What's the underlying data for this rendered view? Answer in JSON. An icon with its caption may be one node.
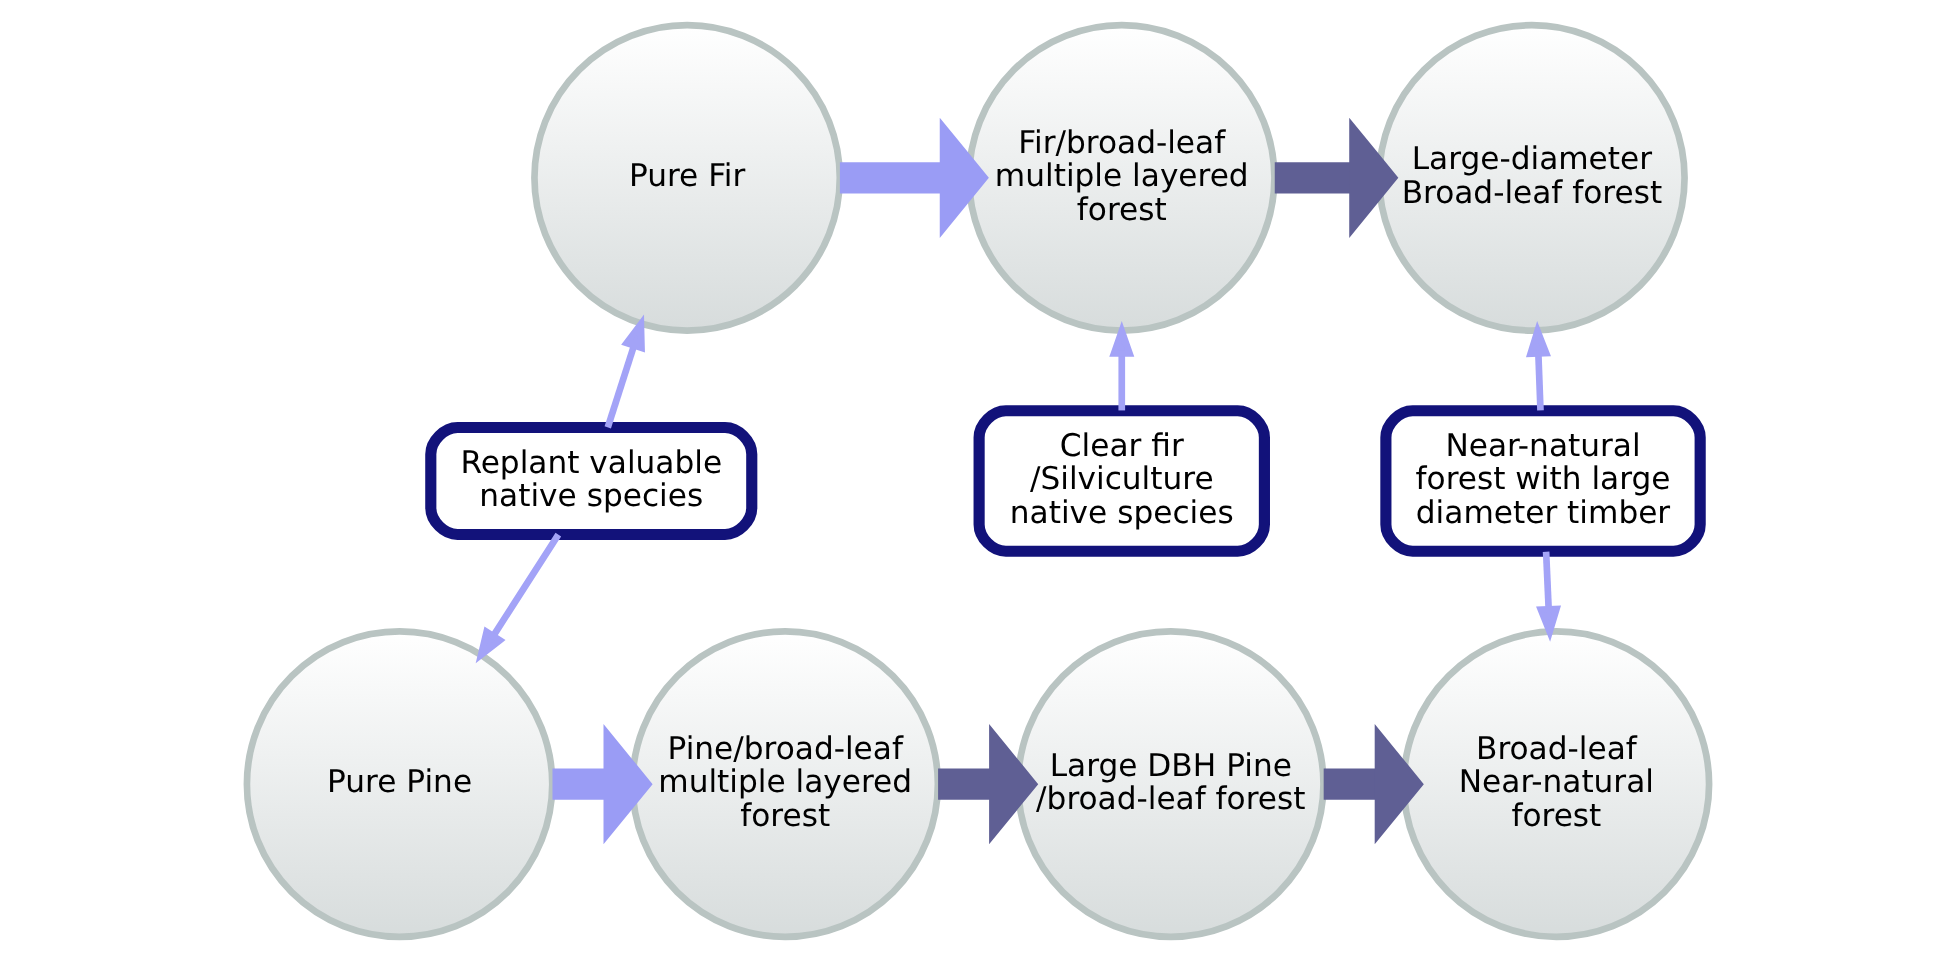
{
  "diagram": {
    "nodes": [
      {
        "text": [
          "Pure Fir"
        ]
      },
      {
        "text": [
          "Fir/broad-leaf multiple layered forest"
        ]
      },
      {
        "text": [
          "Large-diameter Broad-leaf forest"
        ]
      },
      {
        "text": [
          "Replant valuable native species"
        ]
      },
      {
        "text": [
          "Clear fir /Silviculture native species"
        ]
      },
      {
        "text": [
          "Near-natural forest with large diameter timber"
        ]
      },
      {
        "text": [
          "Pure Pine"
        ]
      },
      {
        "text": [
          "Pine/broad-leaf multiple layered forest"
        ]
      },
      {
        "text": [
          "Large DBH Pine /broad-leaf forest"
        ]
      },
      {
        "text": [
          "Broad-leaf Near-natural forest"
        ]
      }
    ],
    "edges": [
      {
        "from": 0,
        "to": 1,
        "arrow": "to",
        "style": "thick",
        "color": "#9a9cf5"
      },
      {
        "from": 1,
        "to": 2,
        "arrow": "to",
        "style": "thick",
        "color": "#5f5f94"
      },
      {
        "from": 3,
        "to": 0,
        "arrow": "to",
        "color": "#a3a3f7"
      },
      {
        "from": 3,
        "to": 6,
        "arrow": "to",
        "color": "#a3a3f7"
      },
      {
        "from": 4,
        "to": 1,
        "arrow": "to",
        "color": "#a3a3f7"
      },
      {
        "from": 5,
        "to": 2,
        "arrow": "to",
        "color": "#a3a3f7"
      },
      {
        "from": 5,
        "to": 9,
        "arrow": "to",
        "color": "#a3a3f7"
      },
      {
        "from": 6,
        "to": 7,
        "arrow": "to",
        "style": "thick",
        "color": "#9a9cf5"
      },
      {
        "from": 7,
        "to": 8,
        "arrow": "to",
        "style": "thick",
        "color": "#5f5f94"
      },
      {
        "from": 8,
        "to": 9,
        "arrow": "to",
        "style": "thick",
        "color": "#5f5f94"
      }
    ]
  }
}
